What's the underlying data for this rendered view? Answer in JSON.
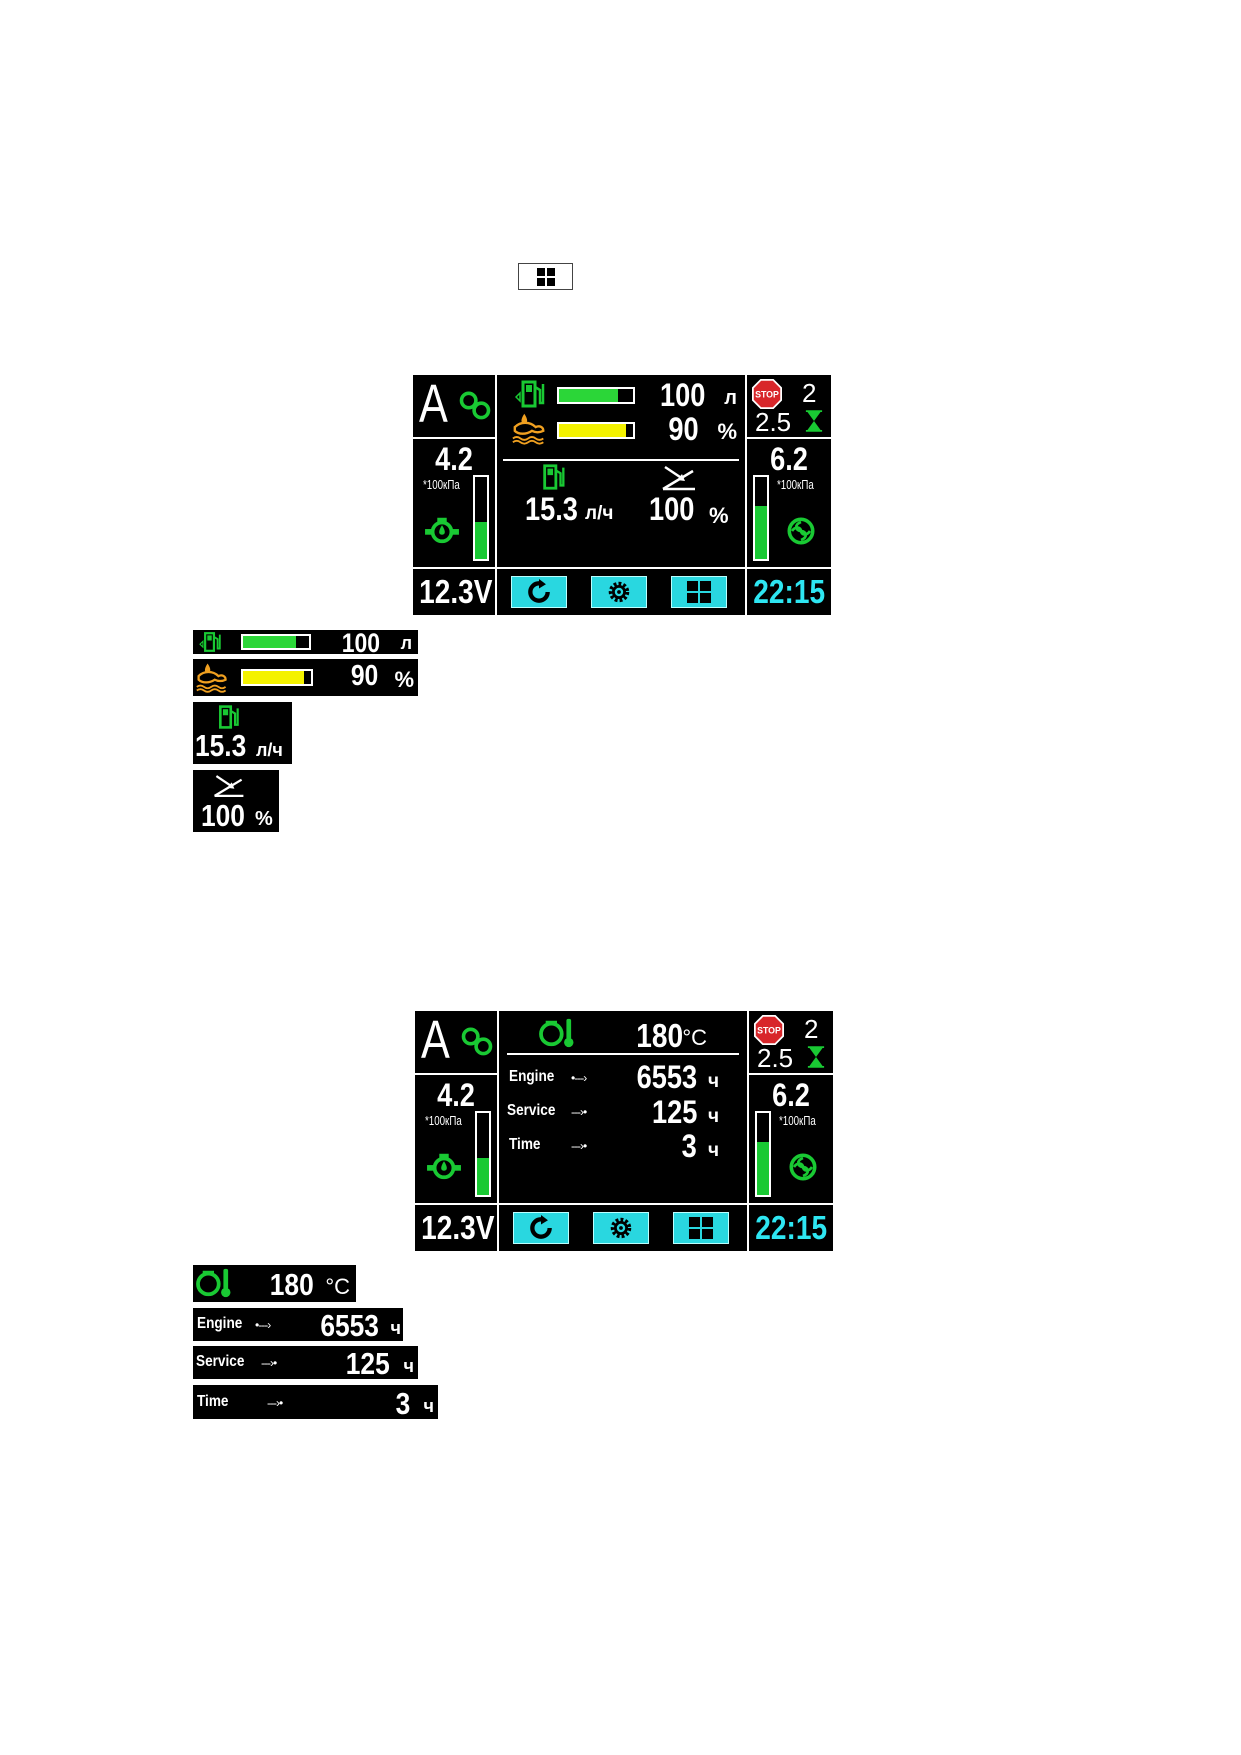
{
  "menu_icon": "grid-menu-icon",
  "display1": {
    "mode": "A",
    "left_pressure": {
      "value": "4.2",
      "unit": "*100кПа",
      "level": 0.45
    },
    "right_pressure": {
      "value": "6.2",
      "unit": "*100кПа",
      "level": 0.65
    },
    "stop_count": "2",
    "timer_value": "2.5",
    "voltage": "12.3V",
    "time": "22:15",
    "fuel": {
      "value": "100",
      "unit": "л",
      "level": 0.8,
      "color": "#2bd638"
    },
    "def": {
      "value": "90",
      "unit": "%",
      "level": 0.9,
      "color": "#f4f200"
    },
    "consumption": {
      "value": "15.3",
      "unit": "л/ч"
    },
    "load": {
      "value": "100",
      "unit": "%"
    }
  },
  "display2": {
    "mode": "A",
    "left_pressure": {
      "value": "4.2",
      "unit": "*100кПа",
      "level": 0.45
    },
    "right_pressure": {
      "value": "6.2",
      "unit": "*100кПа",
      "level": 0.65
    },
    "stop_count": "2",
    "timer_value": "2.5",
    "voltage": "12.3V",
    "time": "22:15",
    "coolant": {
      "value": "180",
      "unit": "°C"
    },
    "hours": [
      {
        "label": "Engine",
        "value": "6553",
        "unit": "ч"
      },
      {
        "label": "Service",
        "value": "125",
        "unit": "ч"
      },
      {
        "label": "Time",
        "value": "3",
        "unit": "ч"
      }
    ]
  },
  "details1": {
    "fuel": {
      "value": "100",
      "unit": "л",
      "level": 0.8
    },
    "def": {
      "value": "90",
      "unit": "%",
      "level": 0.9
    },
    "consumption": {
      "value": "15.3",
      "unit": "л/ч"
    },
    "load": {
      "value": "100",
      "unit": "%"
    }
  },
  "details2": {
    "coolant": {
      "value": "180",
      "unit": "°C"
    },
    "hours": [
      {
        "label": "Engine",
        "value": "6553",
        "unit": "ч"
      },
      {
        "label": "Service",
        "value": "125",
        "unit": "ч"
      },
      {
        "label": "Time",
        "value": "3",
        "unit": "ч"
      }
    ]
  },
  "colors": {
    "green": "#19c933",
    "cyan": "#2ee6f2",
    "yellow": "#f4f200"
  }
}
